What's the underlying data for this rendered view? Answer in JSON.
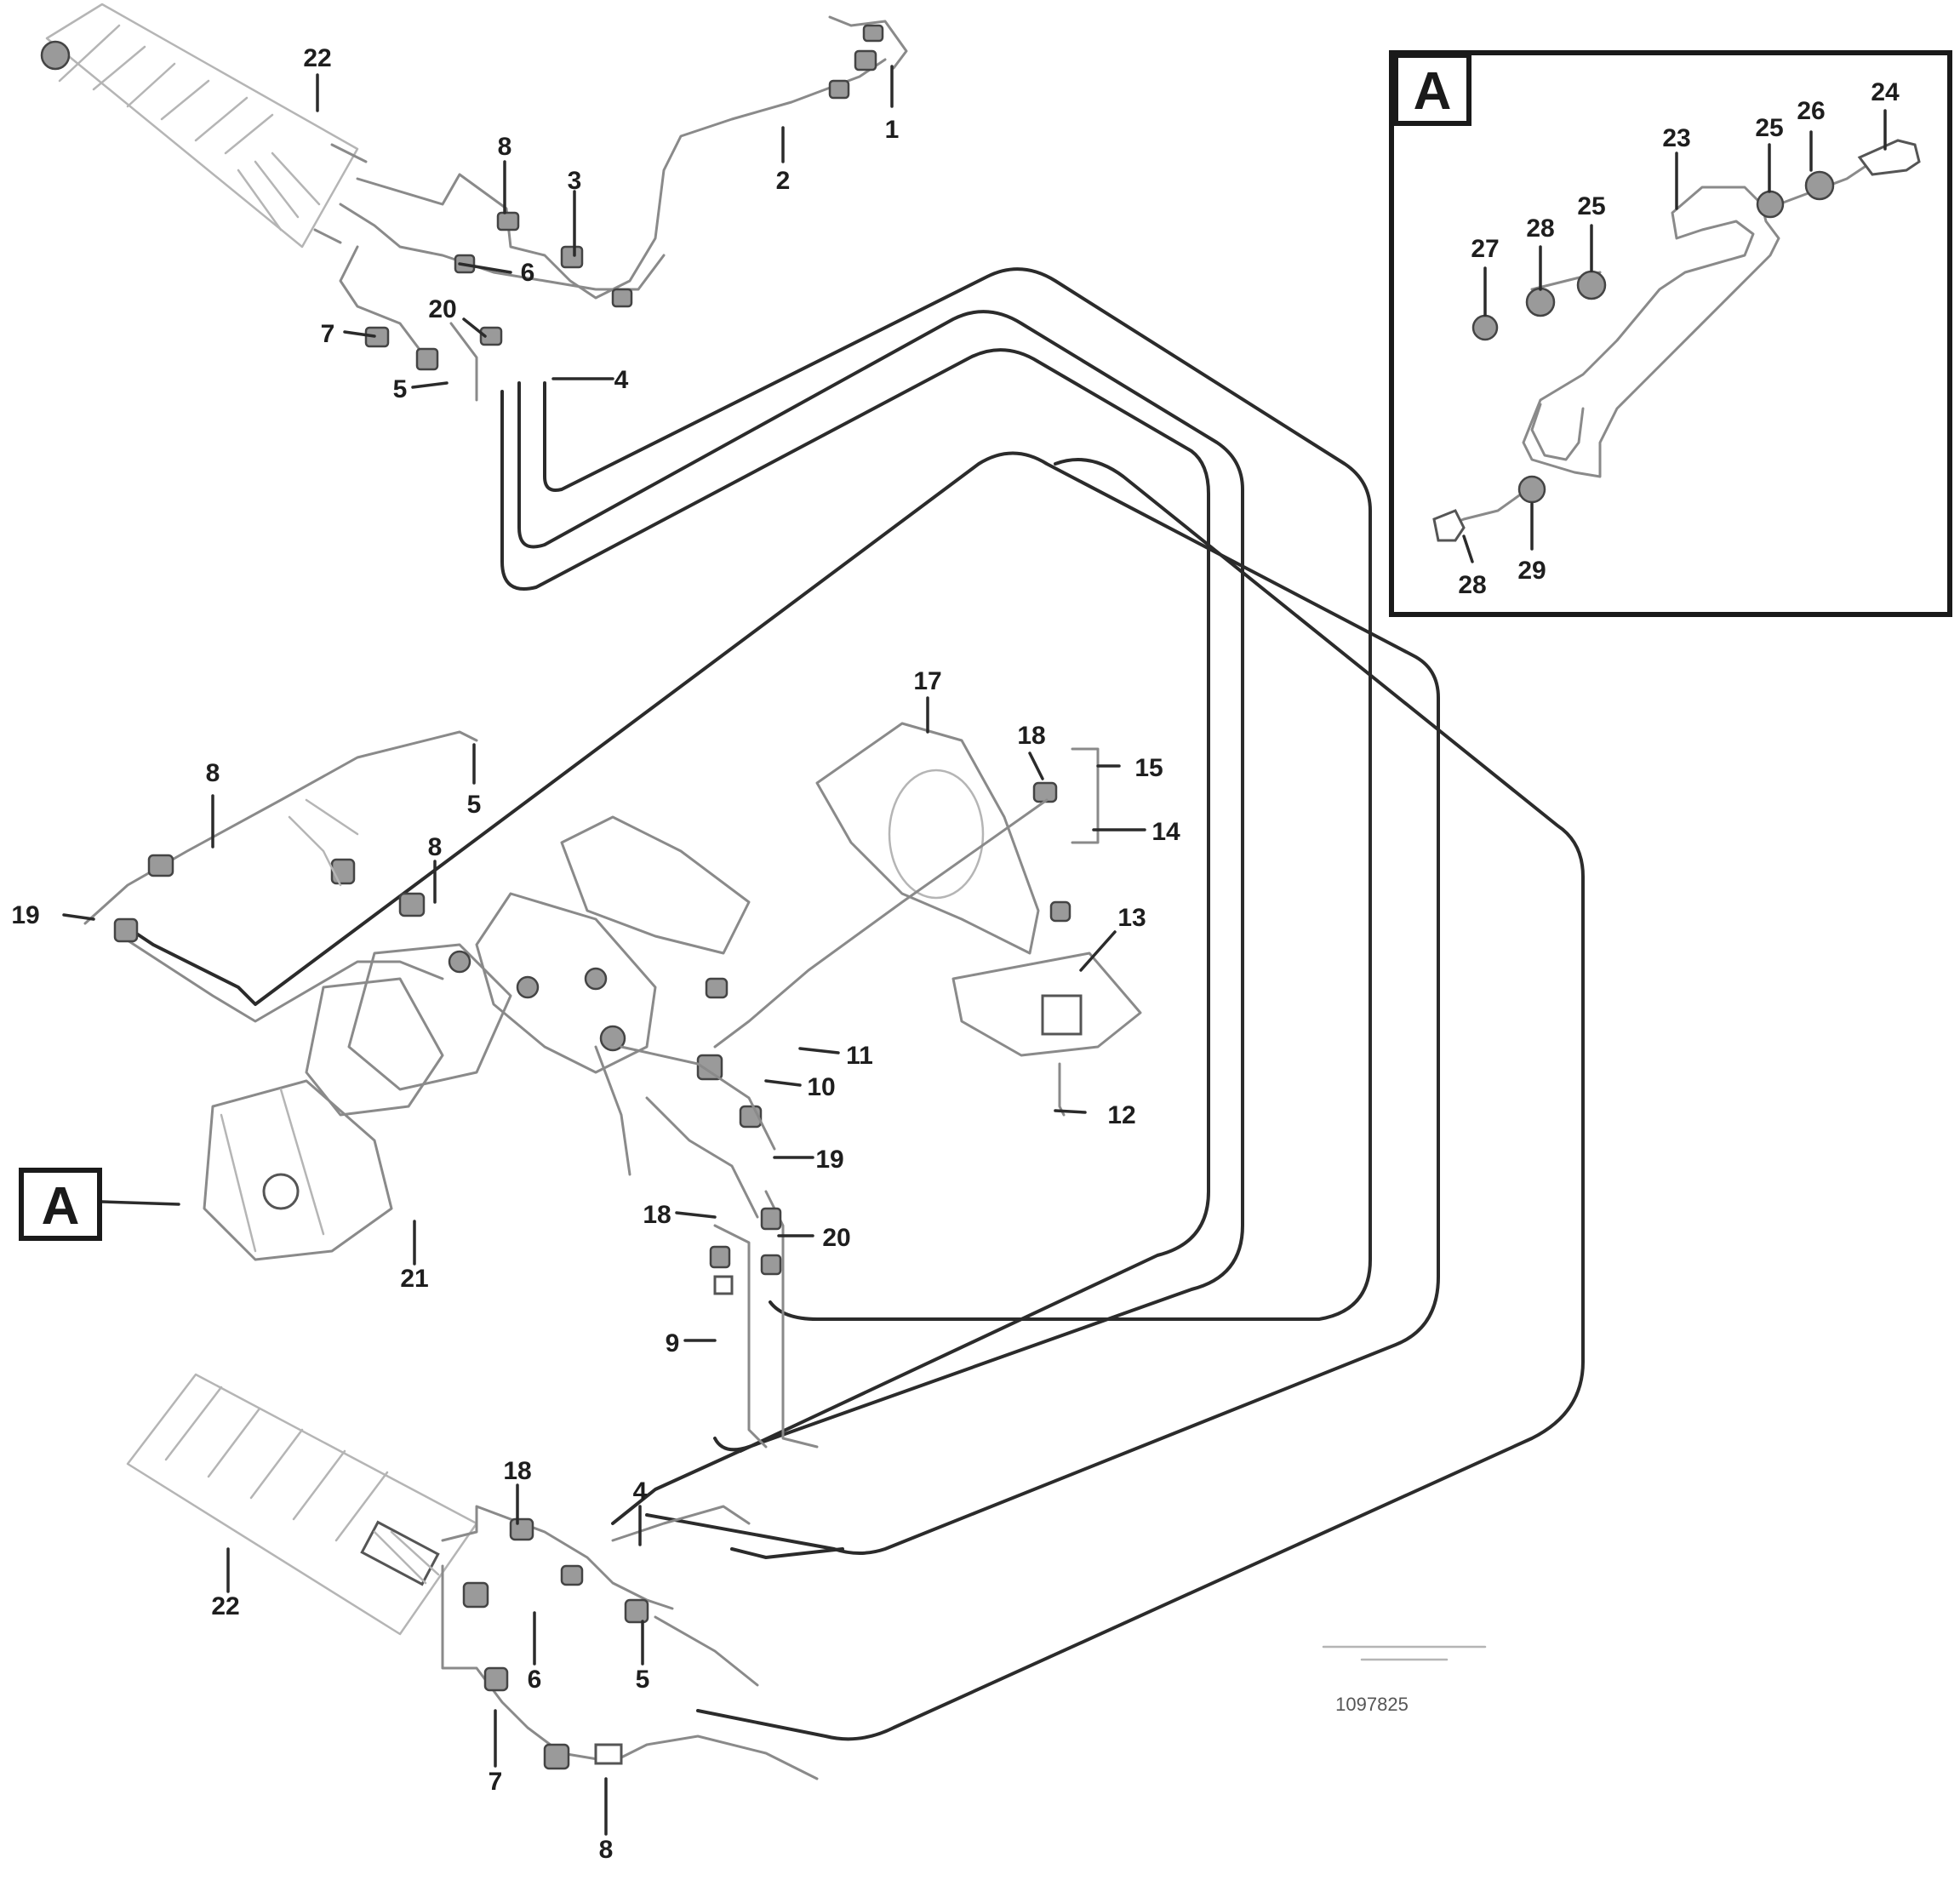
{
  "diagram": {
    "view_tag": "A",
    "inset_tag": "A",
    "reference_number": "1097825",
    "callouts": [
      {
        "id": "c-22-top",
        "text": "22"
      },
      {
        "id": "c-1-top",
        "text": "1"
      },
      {
        "id": "c-2-top",
        "text": "2"
      },
      {
        "id": "c-3-top",
        "text": "3"
      },
      {
        "id": "c-8-top",
        "text": "8"
      },
      {
        "id": "c-6-top",
        "text": "6"
      },
      {
        "id": "c-20-top",
        "text": "20"
      },
      {
        "id": "c-7-top",
        "text": "7"
      },
      {
        "id": "c-5-top",
        "text": "5"
      },
      {
        "id": "c-4-top",
        "text": "4"
      },
      {
        "id": "c-8-left",
        "text": "8"
      },
      {
        "id": "c-5-left",
        "text": "5"
      },
      {
        "id": "c-19-left",
        "text": "19"
      },
      {
        "id": "c-8-mid",
        "text": "8"
      },
      {
        "id": "c-17",
        "text": "17"
      },
      {
        "id": "c-18-mid",
        "text": "18"
      },
      {
        "id": "c-15",
        "text": "15"
      },
      {
        "id": "c-14",
        "text": "14"
      },
      {
        "id": "c-13",
        "text": "13"
      },
      {
        "id": "c-11",
        "text": "11"
      },
      {
        "id": "c-10",
        "text": "10"
      },
      {
        "id": "c-12",
        "text": "12"
      },
      {
        "id": "c-19-mid",
        "text": "19"
      },
      {
        "id": "c-18-mid2",
        "text": "18"
      },
      {
        "id": "c-20-mid",
        "text": "20"
      },
      {
        "id": "c-21",
        "text": "21"
      },
      {
        "id": "c-9",
        "text": "9"
      },
      {
        "id": "c-22-bottom",
        "text": "22"
      },
      {
        "id": "c-18-bottom",
        "text": "18"
      },
      {
        "id": "c-4-bottom",
        "text": "4"
      },
      {
        "id": "c-6-bottom",
        "text": "6"
      },
      {
        "id": "c-5-bottom",
        "text": "5"
      },
      {
        "id": "c-7-bottom",
        "text": "7"
      },
      {
        "id": "c-8-bottom",
        "text": "8"
      },
      {
        "id": "c-24-inset",
        "text": "24"
      },
      {
        "id": "c-26-inset",
        "text": "26"
      },
      {
        "id": "c-25-inset",
        "text": "25"
      },
      {
        "id": "c-23-inset",
        "text": "23"
      },
      {
        "id": "c-28-inset",
        "text": "28"
      },
      {
        "id": "c-25-inset2",
        "text": "25"
      },
      {
        "id": "c-27-inset",
        "text": "27"
      },
      {
        "id": "c-29-inset",
        "text": "29"
      },
      {
        "id": "c-28-inset2",
        "text": "28"
      }
    ]
  }
}
